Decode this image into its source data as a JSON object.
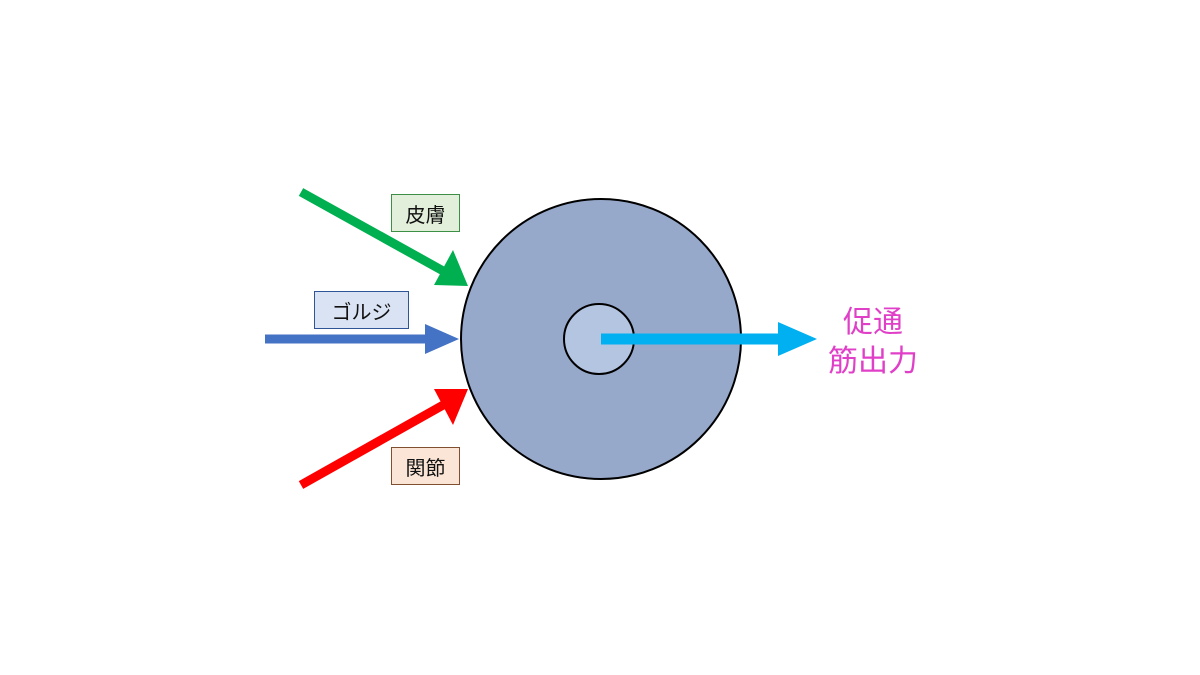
{
  "inputs": {
    "skin": {
      "label": "皮膚",
      "color": "#00b050"
    },
    "golgi": {
      "label": "ゴルジ",
      "color": "#4472c4"
    },
    "joint": {
      "label": "関節",
      "color": "#ff0000"
    }
  },
  "neuron": {
    "outer_fill": "#97a9cb",
    "inner_fill": "#b4c5e2",
    "stroke": "#000000"
  },
  "output": {
    "line1": "促通",
    "line2": "筋出力",
    "arrow_color": "#00b0f0",
    "text_color": "#e040c8"
  }
}
